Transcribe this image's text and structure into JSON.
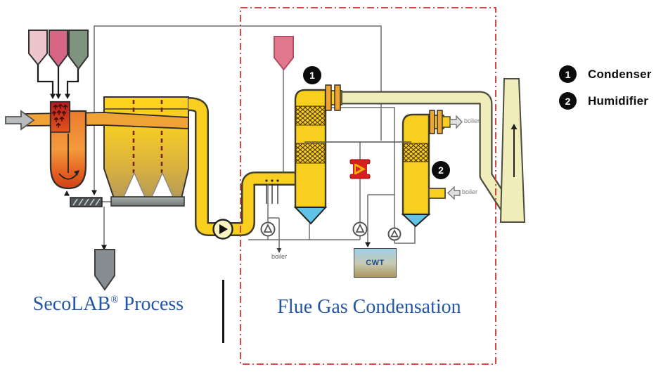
{
  "diagram": {
    "sections": {
      "left": {
        "name": "SecoLAB",
        "reg": "®",
        "rest": " Process"
      },
      "right": {
        "title": "Flue Gas Condensation"
      }
    },
    "legend": {
      "items": [
        {
          "number": "1",
          "label": "Condenser"
        },
        {
          "number": "2",
          "label": "Humidifier"
        }
      ]
    },
    "markers": [
      {
        "number": "1",
        "refers_to": "Condenser"
      },
      {
        "number": "2",
        "refers_to": "Humidifier"
      }
    ],
    "labels": {
      "boiler": "boiler",
      "cwt": "CWT"
    },
    "icons": {
      "pump": "circle-with-up-triangle",
      "fan": "circle-with-right-triangle",
      "gas-inlet": "gray-block-arrow-right",
      "boiler-out": "gray-block-arrow-right",
      "boiler-in": "gray-block-arrow-left"
    },
    "colors": {
      "equipment_yellow": "#f8ce1f",
      "flue_pale_yellow": "#f1edbb",
      "hot_gas_orange": "#f0a235",
      "combustion_red": "#c03018",
      "cone_blue": "#5fc3e7",
      "hx_red": "#d81f1f",
      "section_border_red": "#d23333",
      "title_blue": "#2356a3",
      "cwt_top": "#9fcfe9",
      "cwt_bottom": "#ad9560",
      "hopper_pink_light": "#eec5cc",
      "hopper_rose": "#d76684",
      "hopper_green": "#7e947e"
    }
  }
}
